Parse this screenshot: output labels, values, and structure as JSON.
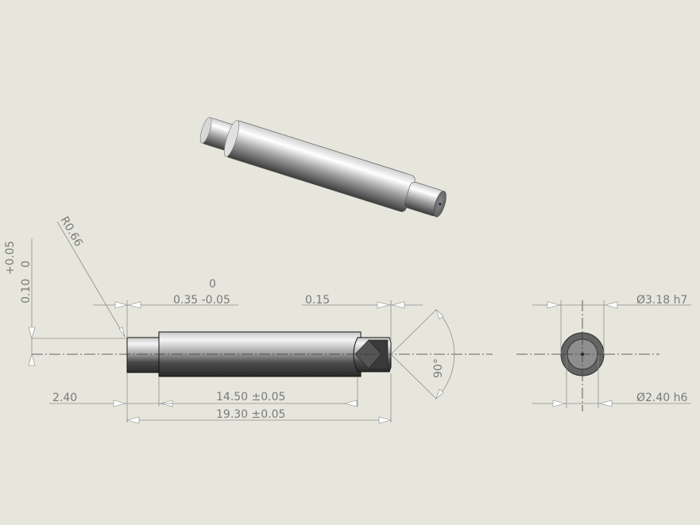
{
  "drawing": {
    "dimensions": {
      "fillet_radius": "R0.66",
      "groove_depth": "0.10",
      "groove_tol_upper": "+0.05",
      "groove_tol_lower": "0",
      "step_length_upper_tol": "0",
      "step_length": "0.35 -0.05",
      "chamfer_length": "0.15",
      "end_length": "2.40",
      "body_length": "14.50 ±0.05",
      "overall_length": "19.30 ±0.05",
      "tip_angle": "90°",
      "major_diameter": "Ø3.18 h7",
      "minor_diameter": "Ø2.40 h6"
    }
  }
}
